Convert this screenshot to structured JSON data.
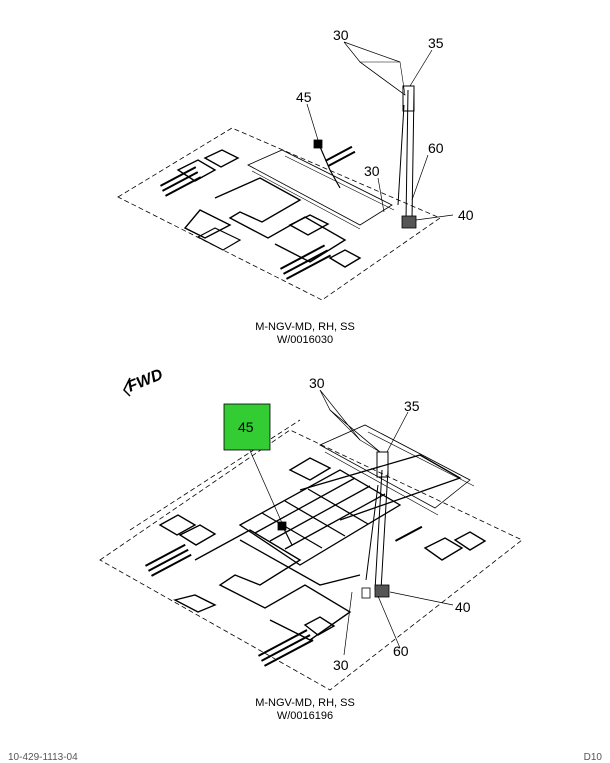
{
  "diagram1": {
    "callouts": {
      "c30": "30",
      "c35": "35",
      "c45": "45",
      "c60": "60",
      "c30b": "30",
      "c40": "40"
    },
    "caption_line1": "M-NGV-MD, RH, SS",
    "caption_line2": "W/0016030"
  },
  "fwd_label": "FWD",
  "diagram2": {
    "callouts": {
      "c30": "30",
      "c35": "35",
      "c45": "45",
      "c40": "40",
      "c60": "60",
      "c30b": "30"
    },
    "highlight_color": "#33cc33",
    "caption_line1": "M-NGV-MD, RH, SS",
    "caption_line2": "W/0016196"
  },
  "footer": {
    "left": "10-429-1113-04",
    "right": "D10"
  }
}
